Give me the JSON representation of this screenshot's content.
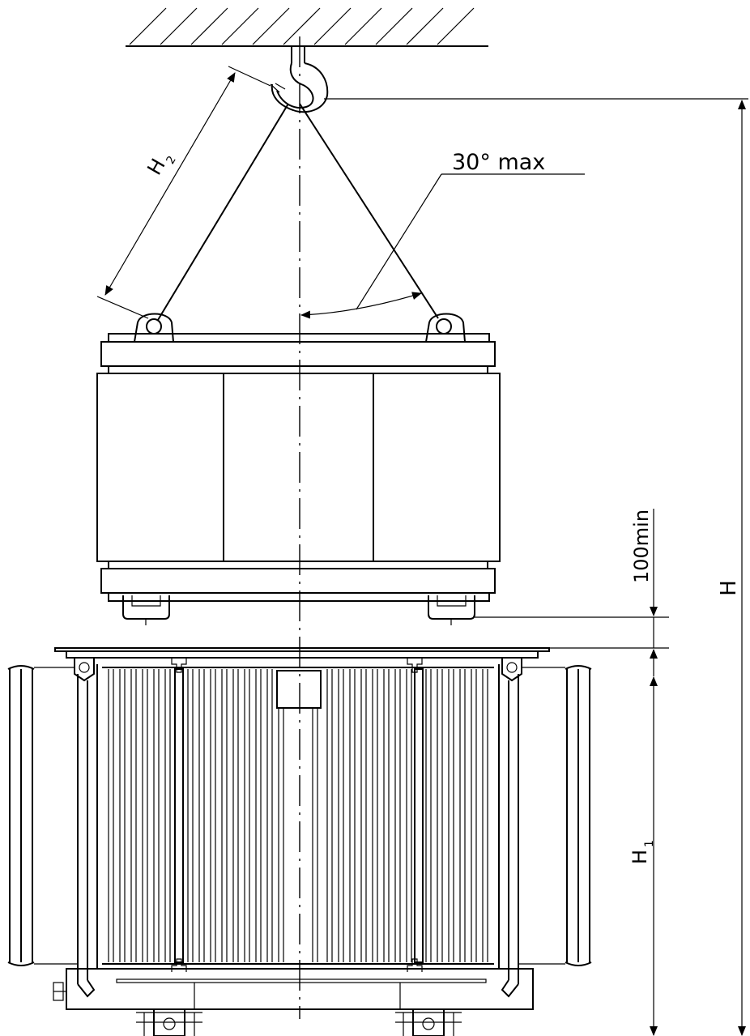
{
  "labels": {
    "angle": "30° max",
    "sling_length_main": "H",
    "sling_length_sub": "2",
    "clearance": "100min",
    "total_height": "H",
    "tank_height_main": "H",
    "tank_height_sub": "1"
  },
  "colors": {
    "line": "#000000",
    "background": "#ffffff"
  }
}
